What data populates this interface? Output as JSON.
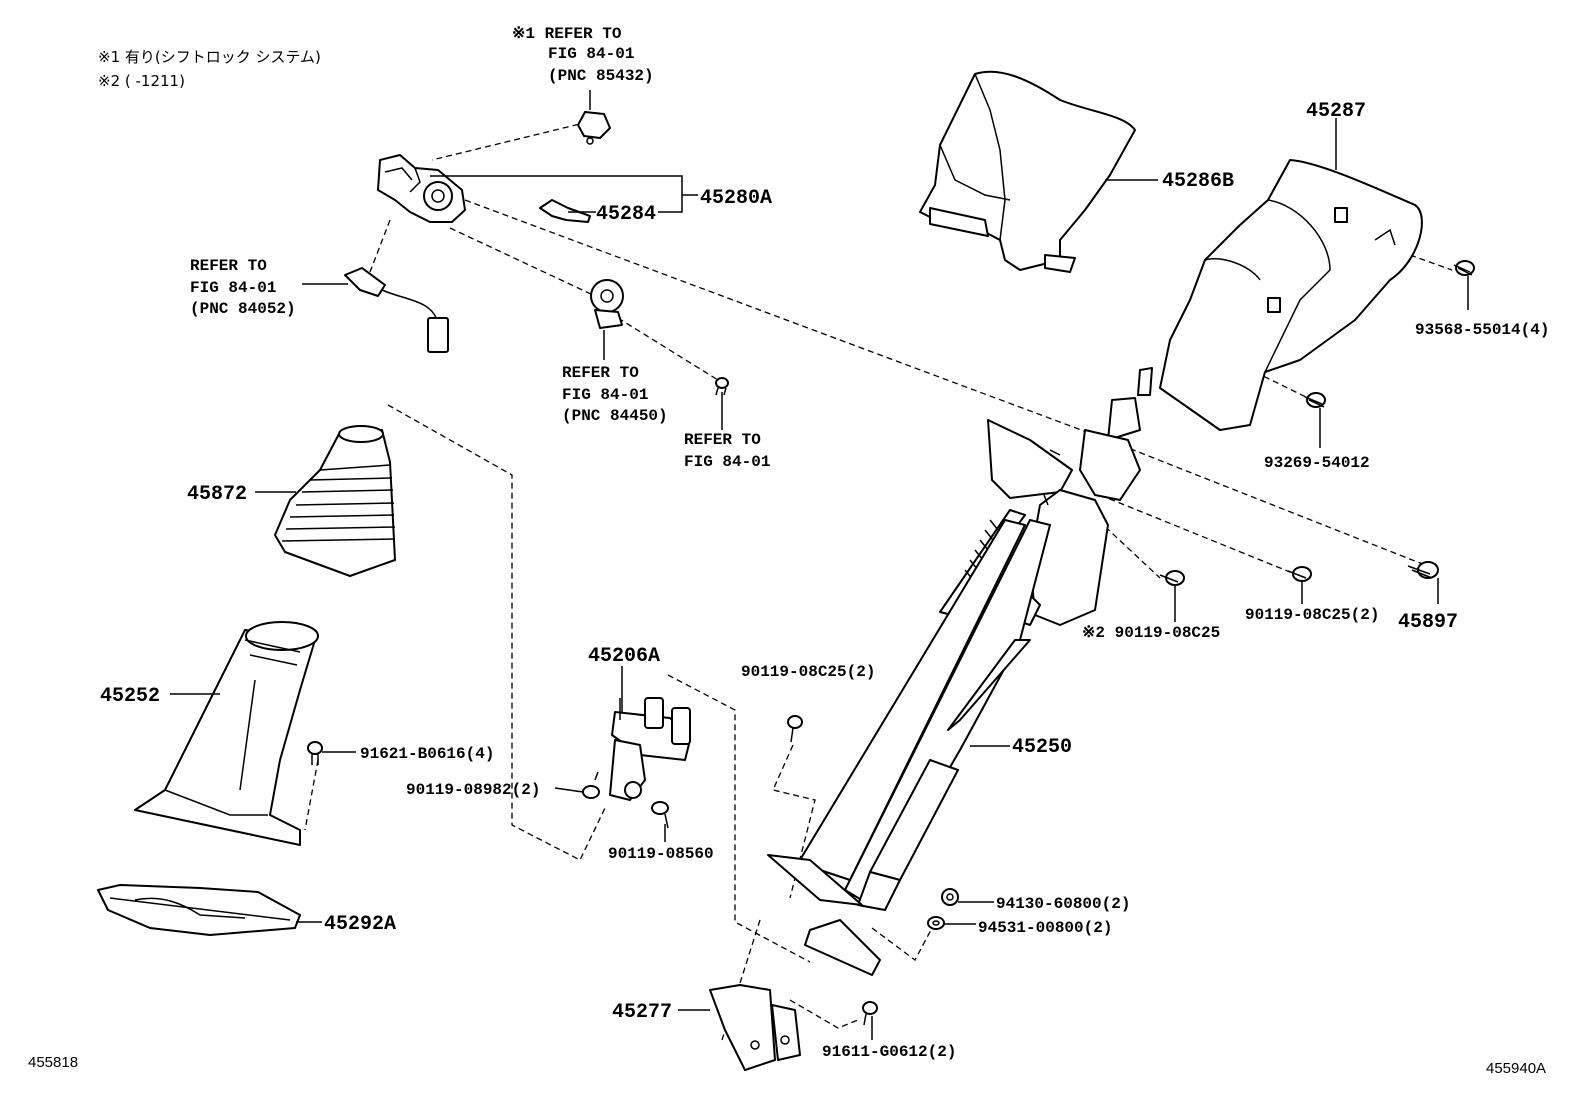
{
  "notes": {
    "note1": "※1 有り(シフトロック システム)",
    "note2": "※2 (    -1211)"
  },
  "refs": {
    "r1": [
      "※1 REFER TO",
      "FIG 84-01",
      "(PNC 85432)"
    ],
    "r2": [
      "REFER TO",
      "FIG 84-01",
      "(PNC 84052)"
    ],
    "r3": [
      "REFER TO",
      "FIG 84-01",
      "(PNC 84450)"
    ],
    "r4": [
      "REFER TO",
      "FIG 84-01"
    ]
  },
  "labels": {
    "p45280A": "45280A",
    "p45284": "45284",
    "p45286B": "45286B",
    "p45287": "45287",
    "p93568": "93568-55014(4)",
    "p93269": "93269-54012",
    "p45872": "45872",
    "p45252": "45252",
    "p91621": "91621-B0616(4)",
    "p45292A": "45292A",
    "p45206A": "45206A",
    "p90119_08982": "90119-08982(2)",
    "p90119_08560": "90119-08560",
    "p90119_08C25a": "90119-08C25(2)",
    "p45250": "45250",
    "p90119_08C25b": "※2 90119-08C25",
    "p90119_08C25c": "90119-08C25(2)",
    "p45897": "45897",
    "p94130": "94130-60800(2)",
    "p94531": "94531-00800(2)",
    "p45277": "45277",
    "p91611": "91611-G0612(2)"
  },
  "corner": {
    "left": "455818",
    "right": "455940A"
  }
}
